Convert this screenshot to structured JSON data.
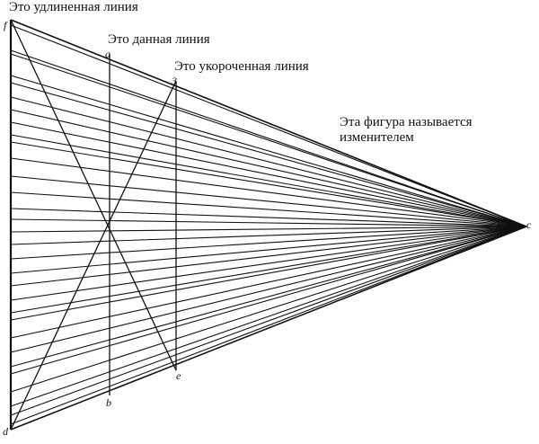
{
  "captions": {
    "lengthened_line": "Это удлиненная линия",
    "given_line": "Это данная линия",
    "shortened_line": "Это укороченная линия",
    "figure_name": [
      "Эта фигура называется",
      "изменителем"
    ]
  },
  "point_labels": {
    "top_left": "f",
    "bottom_left": "d",
    "given_top": "a",
    "given_bottom": "b",
    "short_top": "3",
    "short_bottom": "e",
    "apex": "c"
  },
  "colors": {
    "ink": "#111111",
    "paper": "#ffffff"
  }
}
